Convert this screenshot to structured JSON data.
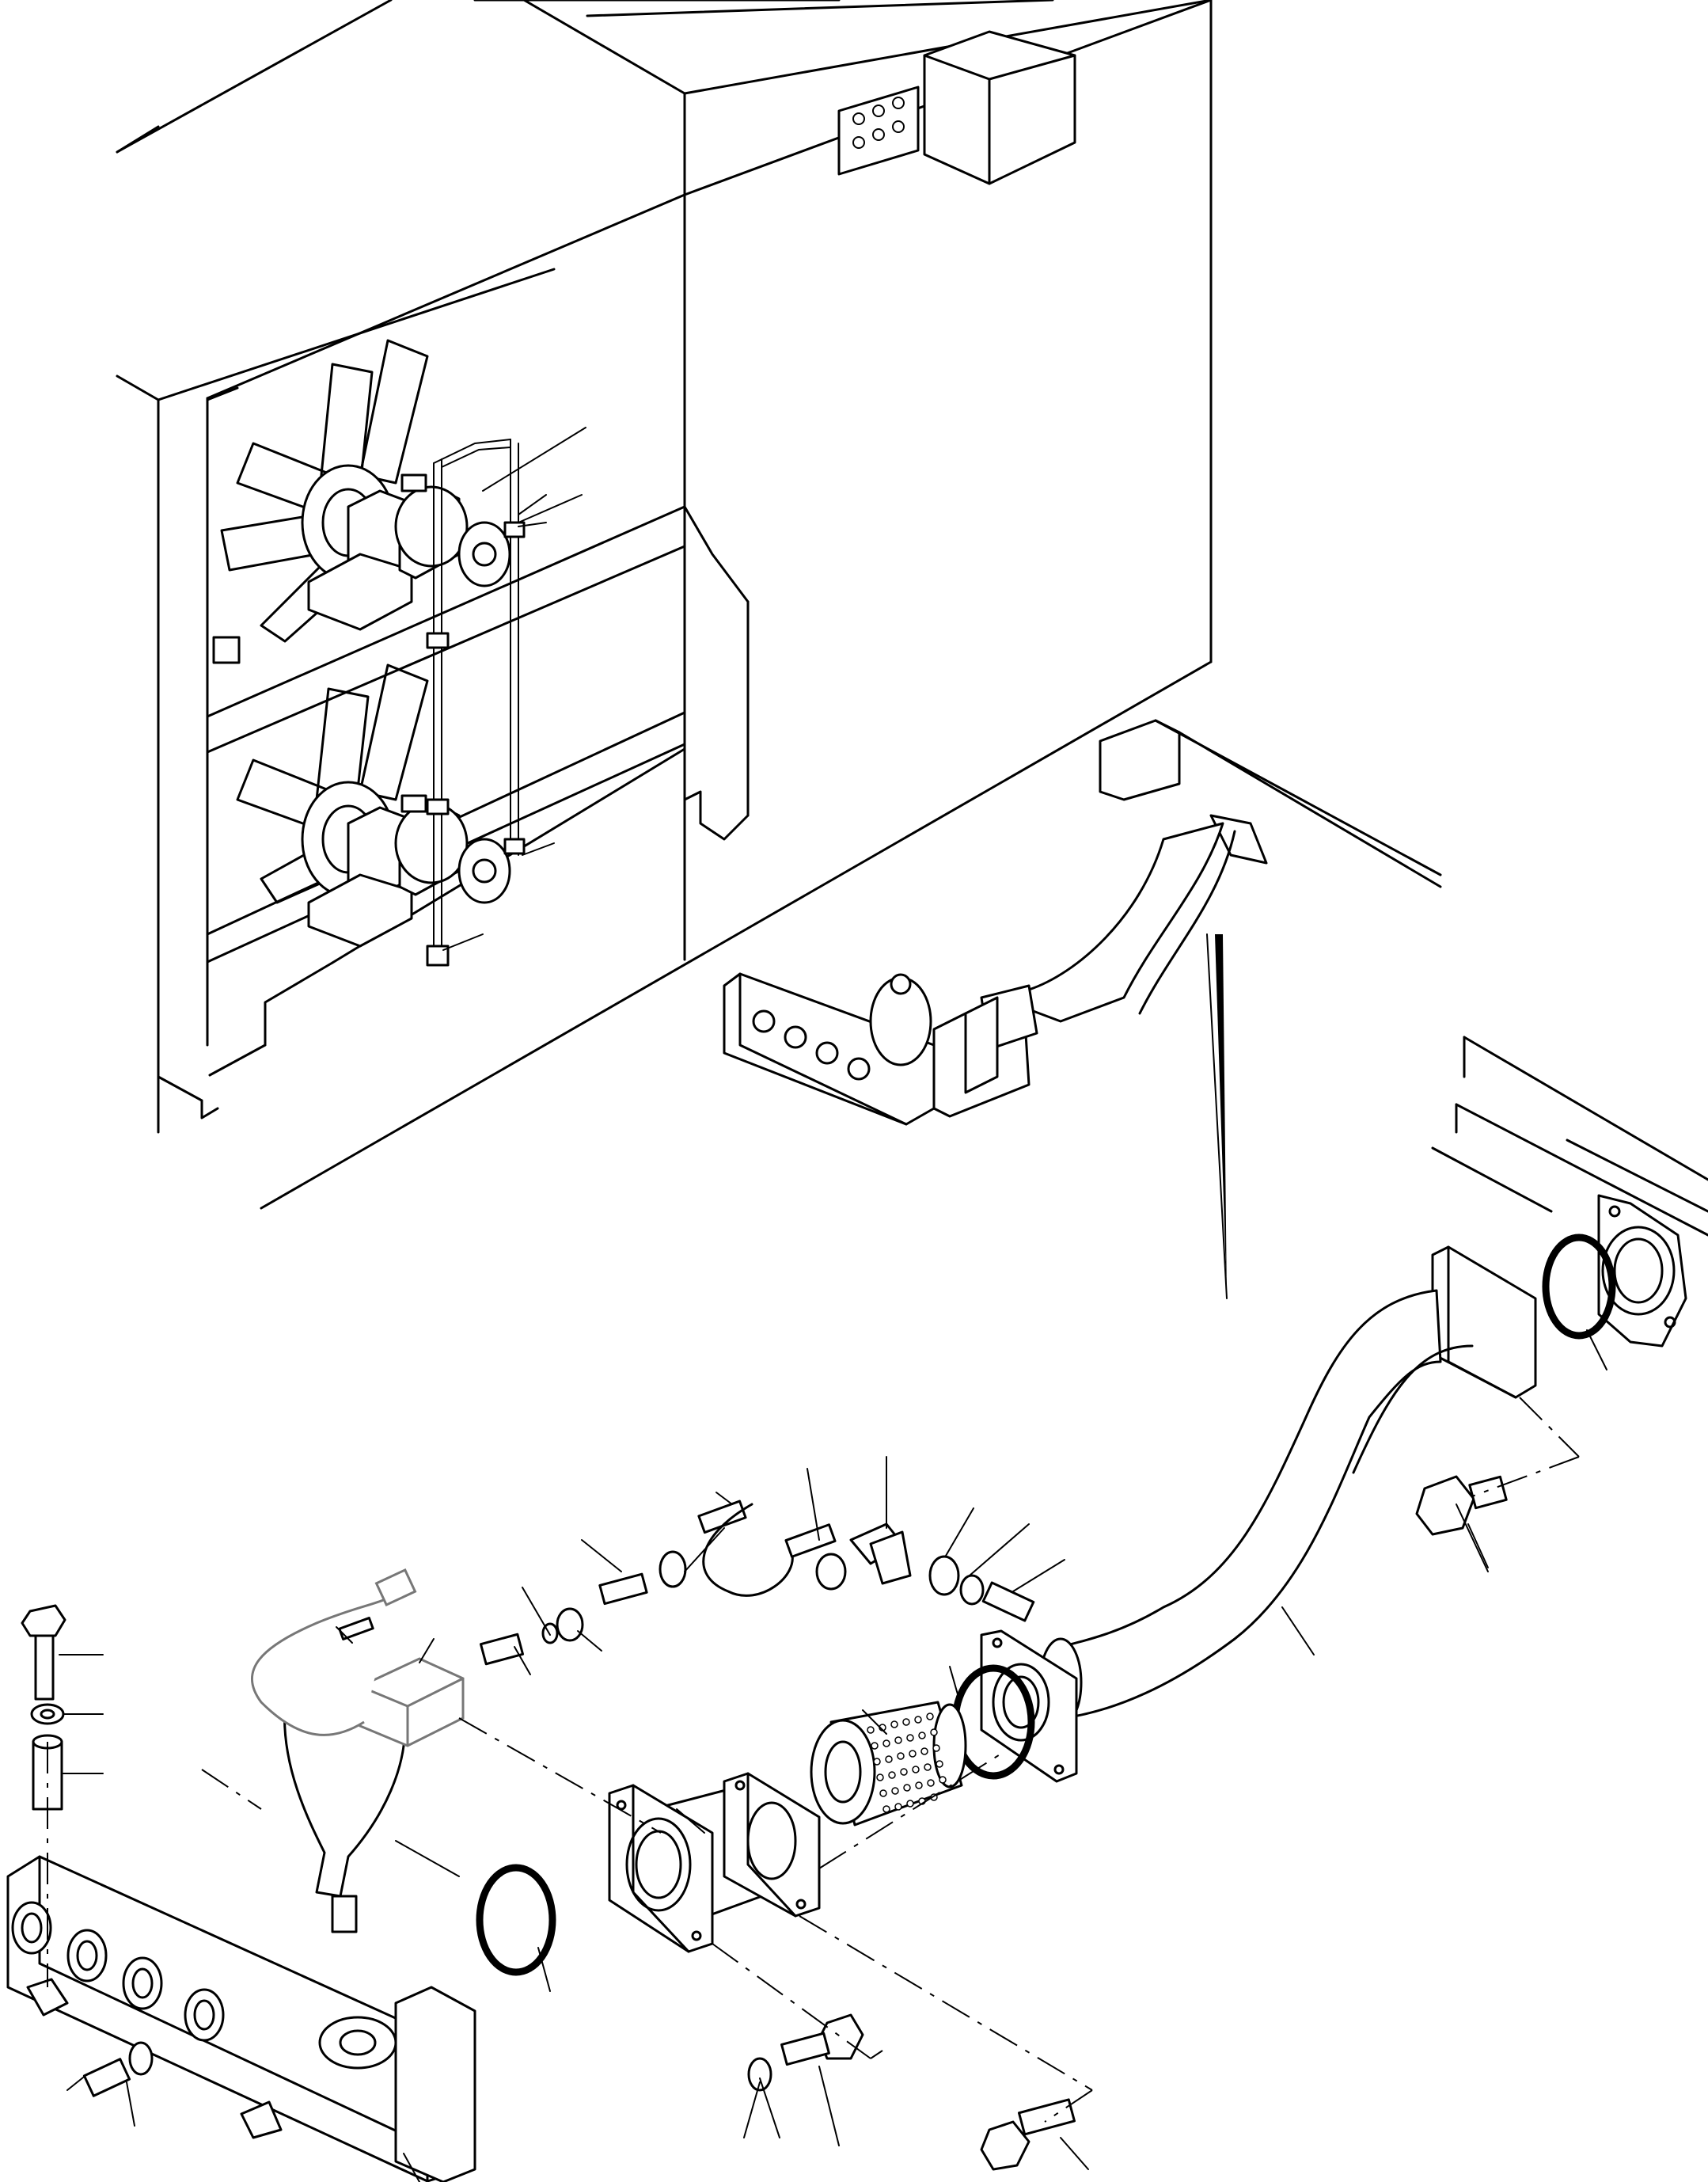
{
  "drawing": {
    "palette": {
      "line": "#000000",
      "background": "#ffffff",
      "ghost": "#777777"
    },
    "views": [
      {
        "id": "machine-overview",
        "icons": [
          "radiator-housing-icon",
          "cooling-fan-icon",
          "fan-motor-icon",
          "hydraulic-line-icon",
          "control-box-icon"
        ]
      },
      {
        "id": "exploded-suction-assembly",
        "icons": [
          "manifold-block-icon",
          "accumulator-icon",
          "filter-housing-icon",
          "strainer-element-icon",
          "suction-pipe-icon",
          "o-ring-icon",
          "flange-bolt-icon",
          "fitting-icon",
          "pressure-switch-icon"
        ]
      }
    ],
    "callout_count": 28
  }
}
